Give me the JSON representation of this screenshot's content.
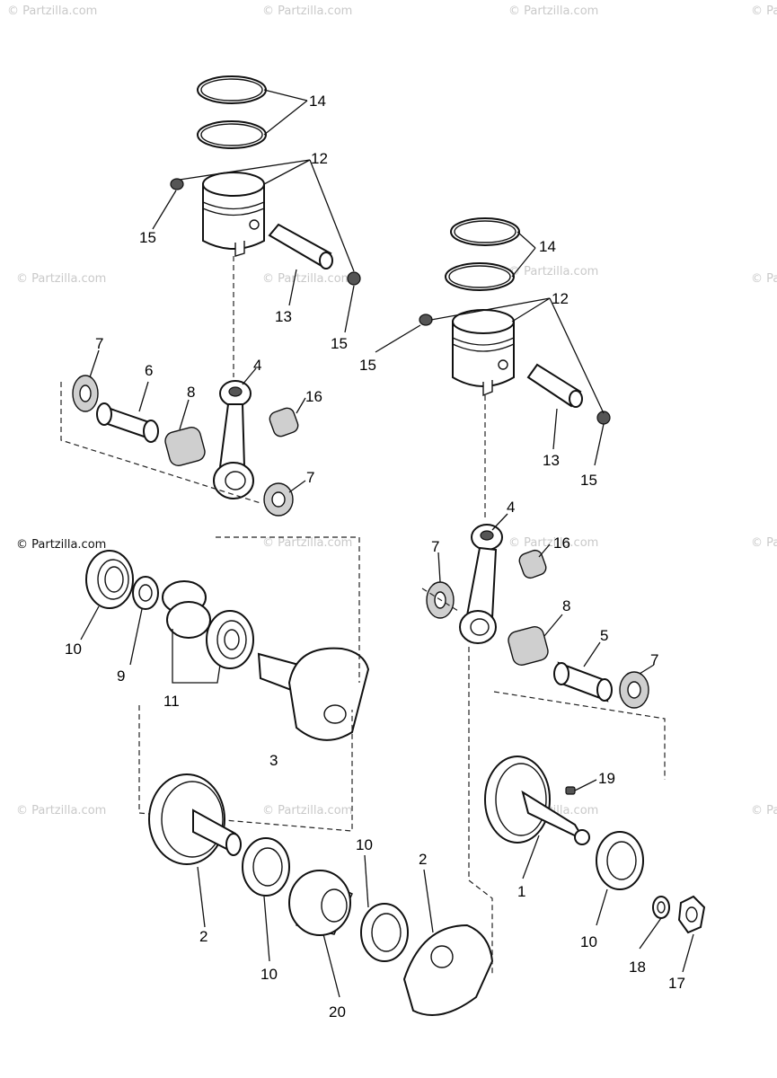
{
  "watermark": {
    "text": "© Partzilla.com",
    "prominent_text": "© Partzilla.com",
    "color": "#c9c9c9"
  },
  "callouts": {
    "c14a": "14",
    "c12a": "12",
    "c15a": "15",
    "c13a": "13",
    "c15b": "15",
    "c7a": "7",
    "c6": "6",
    "c8a": "8",
    "c4a": "4",
    "c16a": "16",
    "c7b": "7",
    "c10a": "10",
    "c9": "9",
    "c11": "11",
    "c3": "3",
    "c14b": "14",
    "c12b": "12",
    "c15c": "15",
    "c13b": "13",
    "c15d": "15",
    "c4b": "4",
    "c16b": "16",
    "c7c": "7",
    "c8b": "8",
    "c5": "5",
    "c7d": "7",
    "c19": "19",
    "c1": "1",
    "c10b": "10",
    "c18": "18",
    "c17": "17",
    "c2a": "2",
    "c10c": "10",
    "c20": "20",
    "c10d": "10",
    "c2b": "2"
  }
}
